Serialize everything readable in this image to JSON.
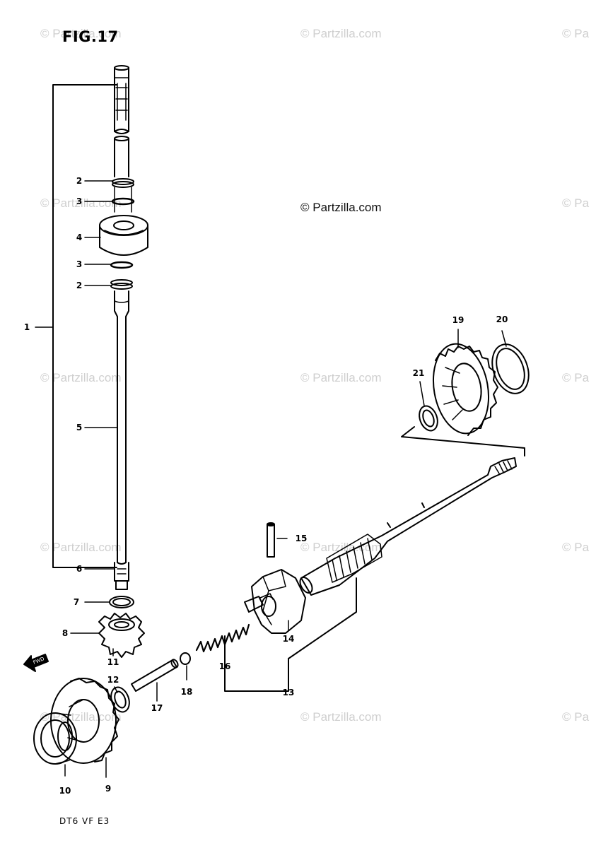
{
  "figure": {
    "title": "FIG.17",
    "model_code": "DT6  VF  E3"
  },
  "copyright": "© Partzilla.com",
  "watermarks": [
    "© Partzilla.com",
    "© Partzilla.com",
    "© Pa",
    "© Partzilla.com",
    "© Pa",
    "© Partzilla.com",
    "© Partzilla.com",
    "© Pa",
    "© Partzilla.com",
    "© Partzilla.com",
    "© Pa",
    "© Partzilla.com",
    "© Partzilla.com",
    "© Pa"
  ],
  "callouts": [
    "1",
    "2",
    "3",
    "4",
    "3",
    "2",
    "5",
    "6",
    "7",
    "8",
    "11",
    "12",
    "9",
    "10",
    "17",
    "18",
    "16",
    "14",
    "13",
    "15",
    "19",
    "20",
    "21"
  ],
  "parts": [
    "drive-shaft",
    "shim-2",
    "ring-3",
    "bearing-4",
    "shaft-5",
    "shaft-end-6",
    "washer-7",
    "pinion-8",
    "forward-gear-9",
    "shim-10",
    "washer-12",
    "push-rod-17",
    "ball-18",
    "spring-16",
    "clutch-14",
    "pin-15",
    "propeller-shaft",
    "reverse-gear-19",
    "shim-20",
    "washer-21"
  ],
  "fwd_marker": "FWD",
  "colors": {
    "ink": "#000000",
    "watermark": "#cfcfcf",
    "paper": "#ffffff"
  }
}
